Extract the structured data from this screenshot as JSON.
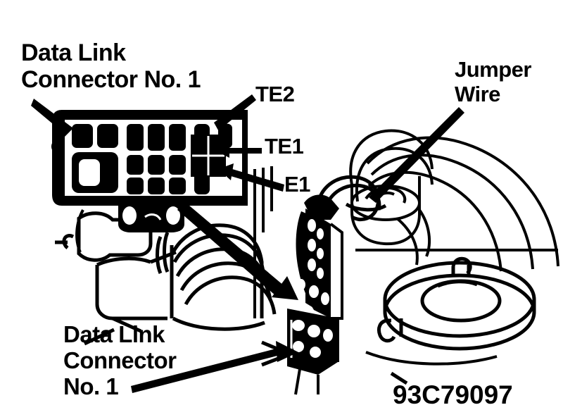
{
  "figure": {
    "code": "93C79097",
    "ink_color": "#000000",
    "background_color": "#ffffff",
    "subject": "engine bay data link connector and jumper wire diagram"
  },
  "labels": {
    "data_link_connector_top": "Data Link\nConnector No. 1",
    "terminal_te2": "TE2",
    "terminal_te1": "TE1",
    "terminal_e1": "E1",
    "jumper_wire": "Jumper\nWire",
    "data_link_connector_bottom": "Data Link\nConnector\nNo. 1"
  },
  "parts": {
    "fuse_box": "fuse-relay-box",
    "terminal_grid": "diagnostic-terminal-grid",
    "engine_connector": "engine-bay-data-link-connector",
    "jumper_wire_loop": "jumper-wire",
    "strut_tower": "strut-tower",
    "brake_booster": "brake-booster",
    "air_intake_hose": "air-intake-hose",
    "fender_arch": "fender-inner-arch"
  }
}
